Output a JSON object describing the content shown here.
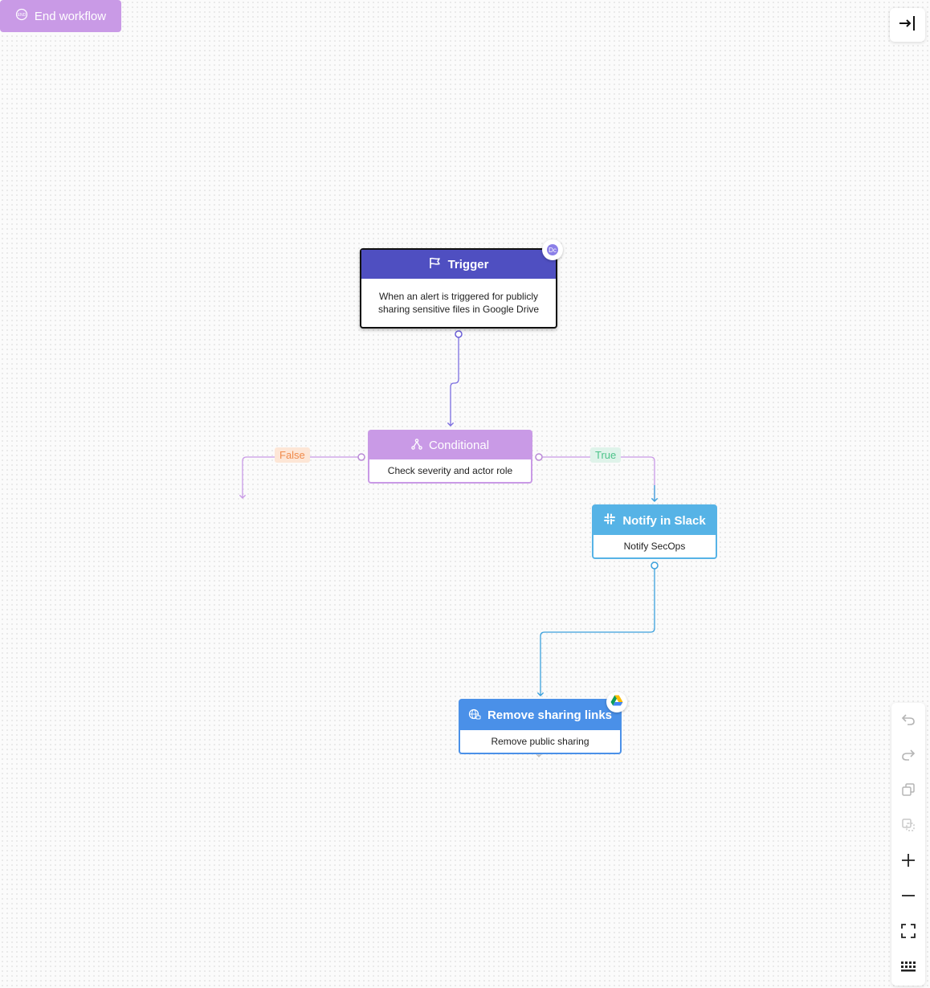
{
  "nodes": {
    "trigger": {
      "title": "Trigger",
      "description": "When an alert is triggered for publicly sharing sensitive files in Google Drive",
      "badge": "Dc",
      "color": "#4f4fc1"
    },
    "conditional": {
      "title": "Conditional",
      "description": "Check severity and actor role",
      "color": "#c99ae6"
    },
    "end_workflow": {
      "title": "End workflow",
      "color": "#c99ae6"
    },
    "notify_slack": {
      "title": "Notify in Slack",
      "description": "Notify SecOps",
      "color": "#56b3e6"
    },
    "remove_sharing": {
      "title": "Remove sharing links",
      "description": "Remove public sharing",
      "color": "#4a90e8"
    }
  },
  "edges": {
    "false_label": "False",
    "true_label": "True"
  },
  "toolbar": {
    "collapse_icon": "collapse-panel-icon",
    "controls": [
      "undo-icon",
      "redo-icon",
      "copy-icon",
      "paste-icon",
      "zoom-in-icon",
      "zoom-out-icon",
      "fit-view-icon",
      "keyboard-icon"
    ]
  }
}
